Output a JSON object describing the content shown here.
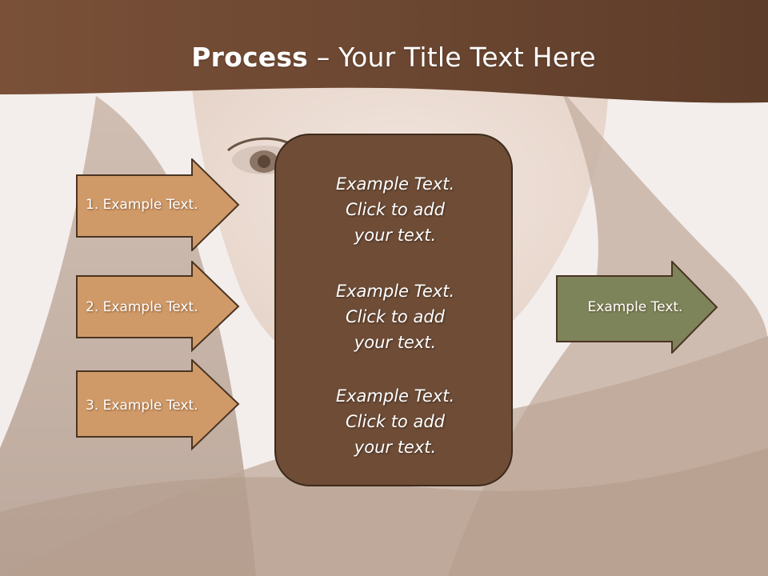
{
  "slide": {
    "title_bold": "Process",
    "title_rest": " – Your Title Text Here",
    "colors": {
      "header_band": "#6e4a33",
      "input_arrow_fill": "#d09a68",
      "center_box_fill": "#6e4c36",
      "output_arrow_fill": "#7e845a",
      "outline": "#4a3422"
    }
  },
  "inputs": [
    {
      "label": "1. Example Text."
    },
    {
      "label": "2. Example Text."
    },
    {
      "label": "3. Example Text."
    }
  ],
  "center_blocks": [
    {
      "lines": [
        "Example Text.",
        "Click  to add",
        "your text."
      ]
    },
    {
      "lines": [
        "Example Text.",
        "Click  to add",
        "your text."
      ]
    },
    {
      "lines": [
        "Example Text.",
        "Click  to add",
        "your text."
      ]
    }
  ],
  "output": {
    "label": "Example Text."
  }
}
